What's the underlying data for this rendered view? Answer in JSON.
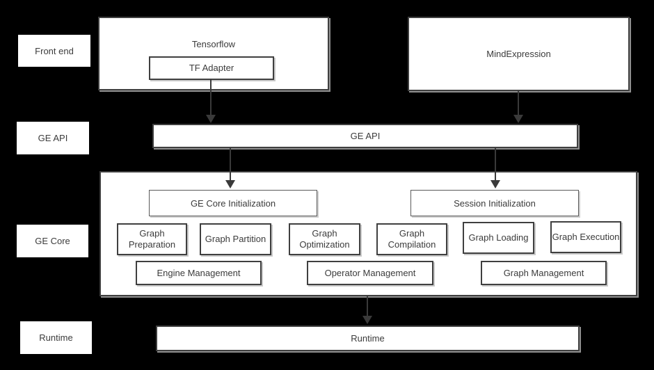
{
  "colors": {
    "background": "#000000",
    "box_fill": "#ffffff",
    "border": "#3f3f3f",
    "text": "#3b3b3b",
    "arrow": "#3a3a3a"
  },
  "row_labels": {
    "front_end": "Front end",
    "ge_api": "GE API",
    "ge_core": "GE Core",
    "runtime": "Runtime"
  },
  "front_end": {
    "tensorflow_title": "Tensorflow",
    "tf_adapter": "TF Adapter",
    "mind_expression": "MindExpression"
  },
  "ge_api": {
    "bar_label": "GE API"
  },
  "ge_core": {
    "core_init": "GE Core Initialization",
    "session_init": "Session Initialization",
    "graph_boxes": [
      "Graph Preparation",
      "Graph Partition",
      "Graph Optimization",
      "Graph Compilation",
      "Graph Loading",
      "Graph Execution"
    ],
    "management_boxes": [
      "Engine Management",
      "Operator Management",
      "Graph Management"
    ]
  },
  "runtime": {
    "bar_label": "Runtime"
  }
}
